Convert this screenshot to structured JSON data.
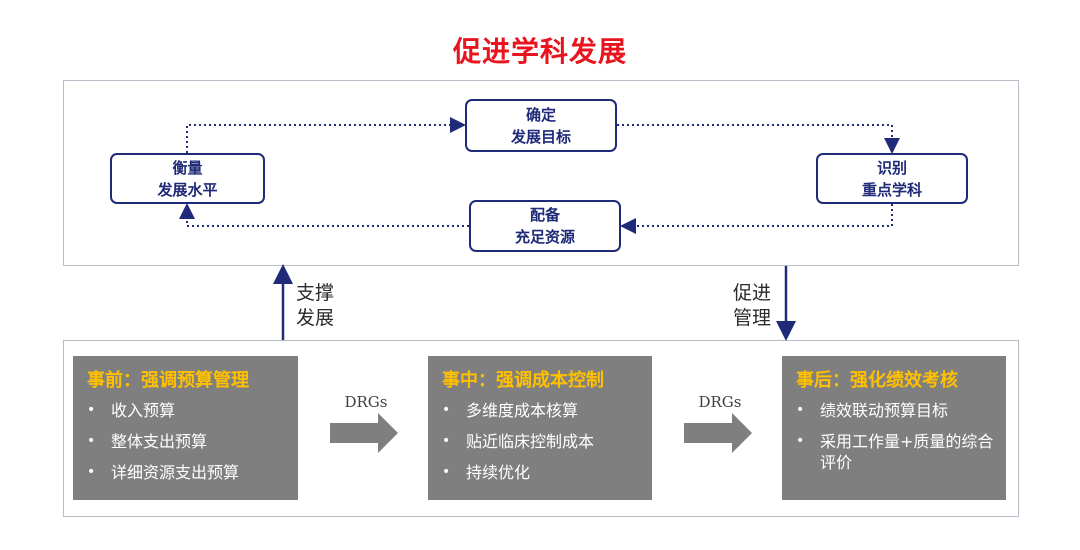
{
  "title": "促进学科发展",
  "cycle": {
    "confirm": [
      "确定",
      "发展目标"
    ],
    "identify": [
      "识别",
      "重点学科"
    ],
    "allocate": [
      "配备",
      "充足资源"
    ],
    "measure": [
      "衡量",
      "发展水平"
    ]
  },
  "links": {
    "support": [
      "支撑",
      "发展"
    ],
    "promote": [
      "促进",
      "管理"
    ]
  },
  "stages": [
    {
      "title": "事前：强调预算管理",
      "items": [
        "收入预算",
        "整体支出预算",
        "详细资源支出预算"
      ]
    },
    {
      "title": "事中：强调成本控制",
      "items": [
        "多维度成本核算",
        "贴近临床控制成本",
        "持续优化"
      ]
    },
    {
      "title": "事后：强化绩效考核",
      "items": [
        "绩效联动预算目标",
        "采用工作量+质量的综合评价"
      ]
    }
  ],
  "transition_label": "DRGs",
  "colors": {
    "title": "#e8151f",
    "node_border": "#1f2a78",
    "stage_box": "#7f7f7f",
    "stage_title": "#ffc000",
    "arrow_gray": "#7f7f7f"
  }
}
